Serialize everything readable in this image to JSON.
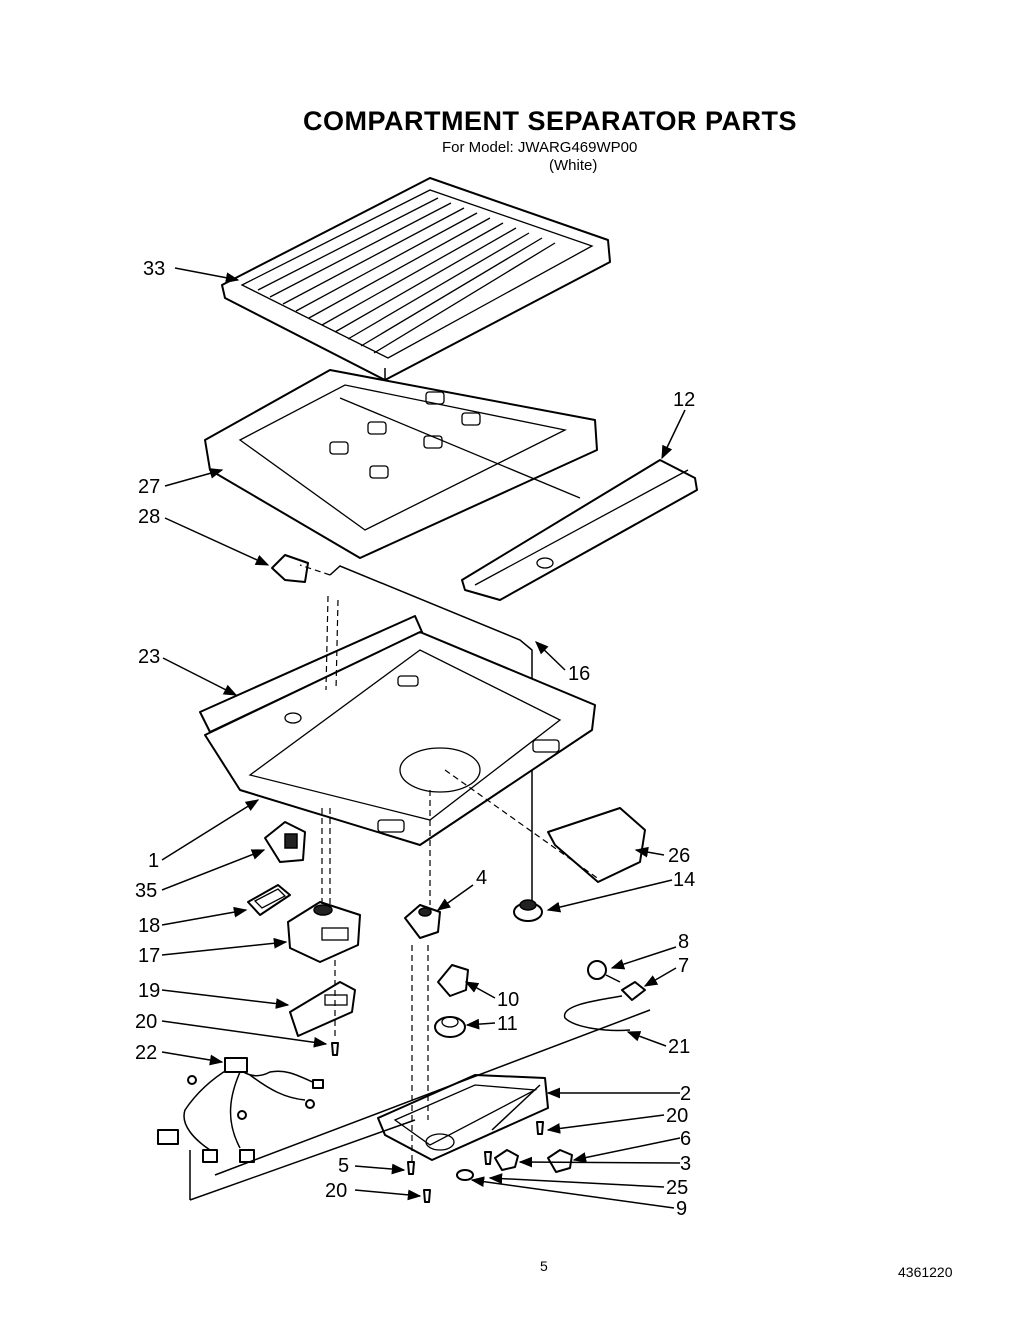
{
  "header": {
    "title": "COMPARTMENT SEPARATOR PARTS",
    "model_line": "For Model: JWARG469WP00",
    "color_line": "(White)"
  },
  "footer": {
    "page_number": "5",
    "document_number": "4361220"
  },
  "callouts": [
    "33",
    "12",
    "27",
    "28",
    "23",
    "16",
    "1",
    "35",
    "26",
    "14",
    "4",
    "18",
    "17",
    "8",
    "7",
    "19",
    "10",
    "11",
    "20",
    "22",
    "21",
    "2",
    "20",
    "6",
    "5",
    "3",
    "25",
    "20",
    "9"
  ]
}
